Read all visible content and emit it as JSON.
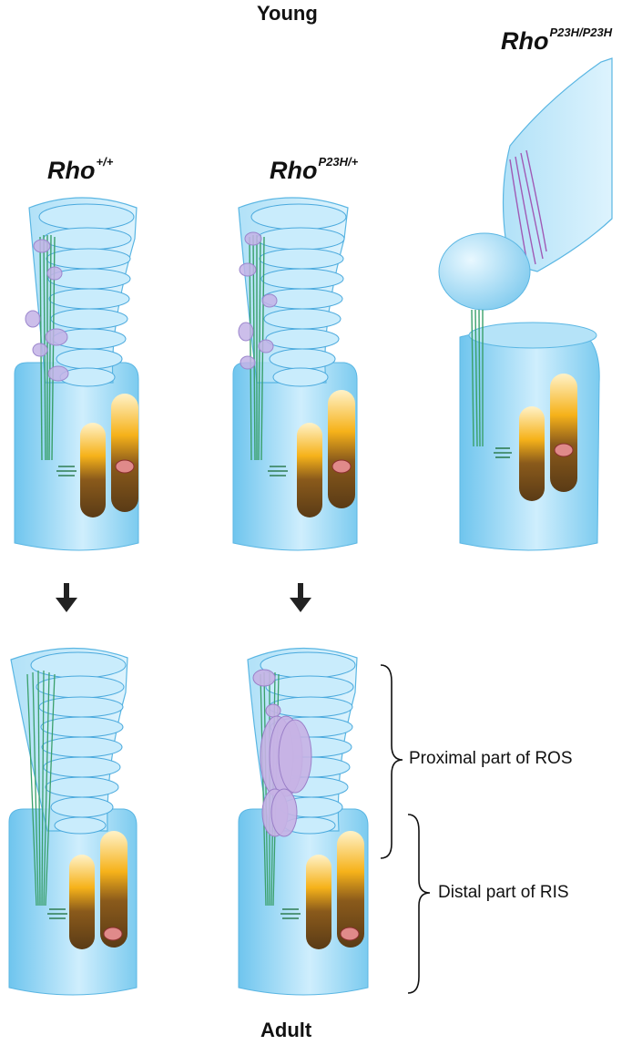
{
  "labels": {
    "top_title": "Young",
    "bottom_title": "Adult",
    "genotypes": [
      {
        "base": "Rho",
        "sup": "+/+"
      },
      {
        "base": "Rho",
        "sup": "P23H/+"
      },
      {
        "base": "Rho",
        "sup": "P23H/P23H"
      }
    ],
    "regions": {
      "proximal": "Proximal part of ROS",
      "distal": "Distal part of RIS"
    }
  },
  "colors": {
    "outer_segment": "#8fd3f2",
    "inner_segment": "#9ad8f5",
    "cilium": "#3aa06a",
    "vesicle": "#b9a5dd",
    "mitochondria": "#f2a900",
    "mito_bottom": "#6b4a1e"
  }
}
